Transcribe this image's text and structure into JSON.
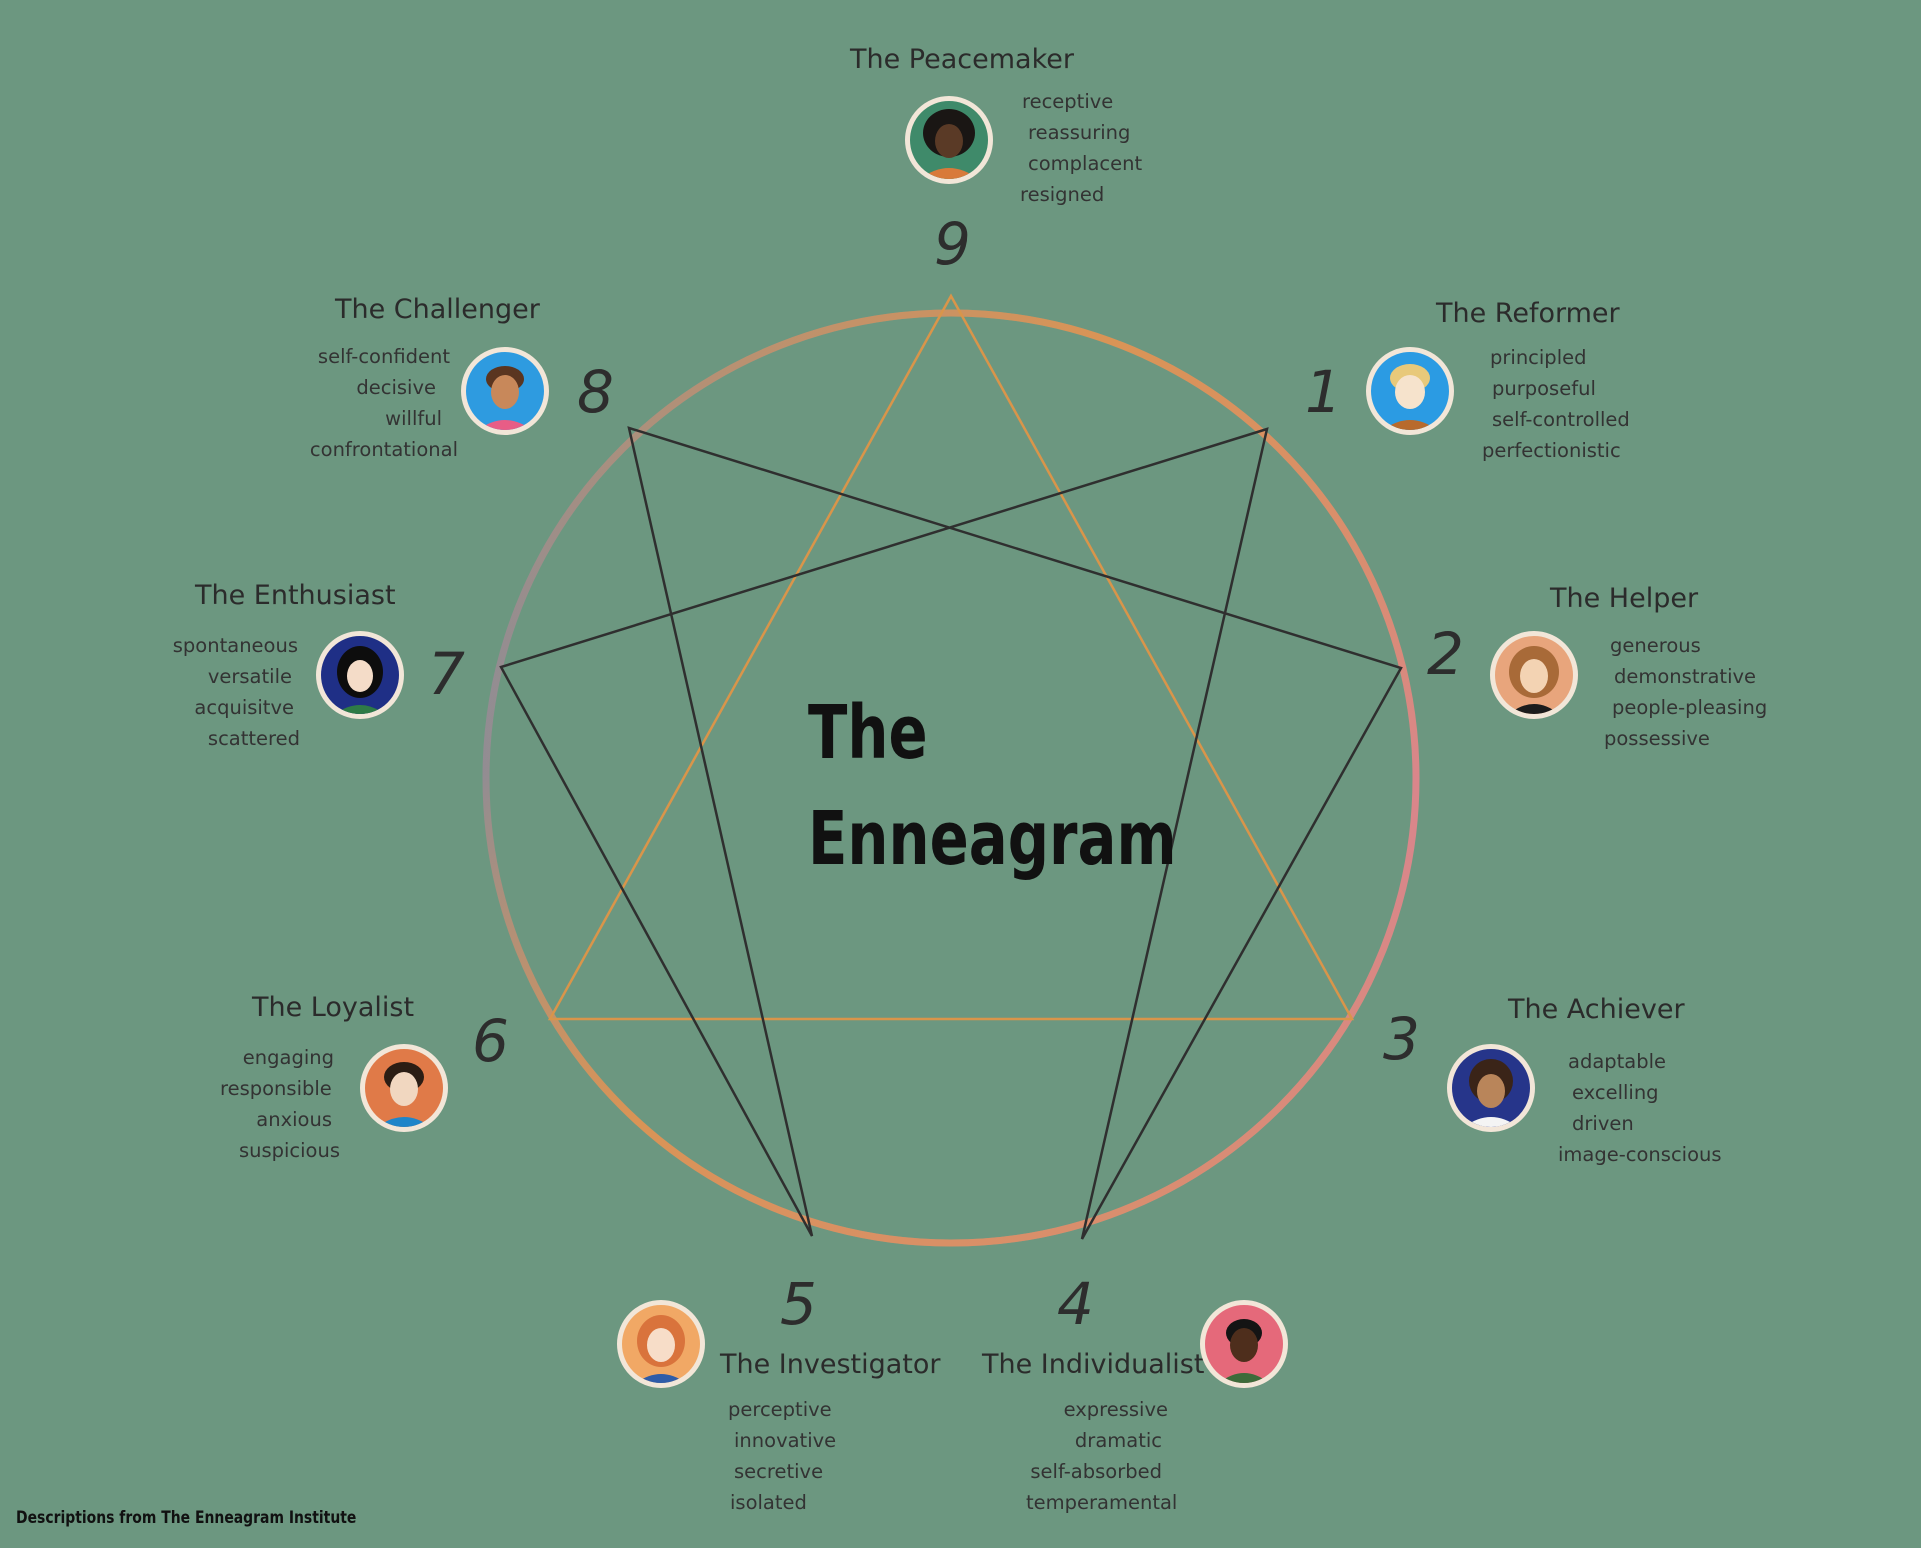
{
  "heading": {
    "line1": "The",
    "line2": "Enneagram"
  },
  "credit": "Descriptions from The Enneagram Institute",
  "colors": {
    "background": "#6c9780",
    "triangle": "#d9954a",
    "hexad": "#2f2f2f",
    "ring_top": "#d99456",
    "ring_right": "#d98590",
    "ring_left": "#5c87c0"
  },
  "types": {
    "t9": {
      "number": "9",
      "title": "The Peacemaker",
      "traits": [
        "receptive",
        "reassuring",
        "complacent",
        "resigned"
      ]
    },
    "t1": {
      "number": "1",
      "title": "The Reformer",
      "traits": [
        "principled",
        "purposeful",
        "self-controlled",
        "perfectionistic"
      ]
    },
    "t2": {
      "number": "2",
      "title": "The Helper",
      "traits": [
        "generous",
        "demonstrative",
        "people-pleasing",
        "possessive"
      ]
    },
    "t3": {
      "number": "3",
      "title": "The Achiever",
      "traits": [
        "adaptable",
        "excelling",
        "driven",
        "image-conscious"
      ]
    },
    "t4": {
      "number": "4",
      "title": "The Individualist",
      "traits": [
        "expressive",
        "dramatic",
        "self-absorbed",
        "temperamental"
      ]
    },
    "t5": {
      "number": "5",
      "title": "The Investigator",
      "traits": [
        "perceptive",
        "innovative",
        "secretive",
        "isolated"
      ]
    },
    "t6": {
      "number": "6",
      "title": "The Loyalist",
      "traits": [
        "engaging",
        "responsible",
        "anxious",
        "suspicious"
      ]
    },
    "t7": {
      "number": "7",
      "title": "The Enthusiast",
      "traits": [
        "spontaneous",
        "versatile",
        "acquisitve",
        "scattered"
      ]
    },
    "t8": {
      "number": "8",
      "title": "The Challenger",
      "traits": [
        "self-confident",
        "decisive",
        "willful",
        "confrontational"
      ]
    }
  }
}
